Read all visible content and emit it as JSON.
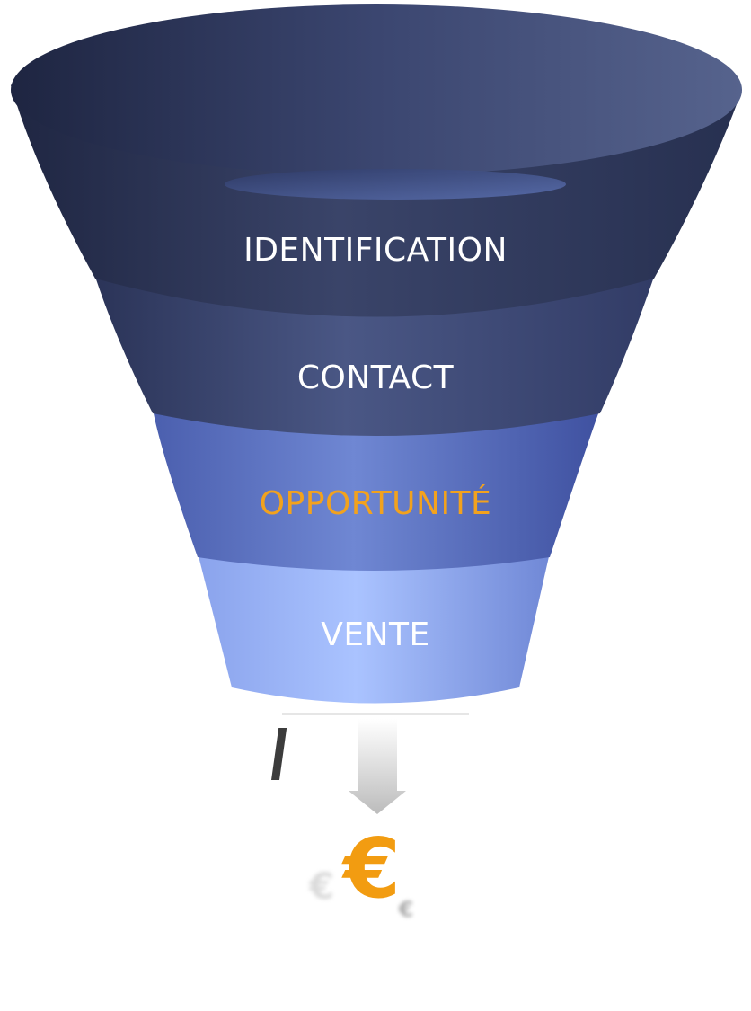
{
  "stages": [
    {
      "label": "IDENTIFICATION",
      "text_color": "#ffffff",
      "fill_top": "#3a4469",
      "fill_bottom": "#2c3554"
    },
    {
      "label": "CONTACT",
      "text_color": "#ffffff",
      "fill_top": "#46537f",
      "fill_bottom": "#35406a"
    },
    {
      "label": "OPPORTUNITÉ",
      "text_color": "#f2a21e",
      "fill_top": "#6a84cf",
      "fill_bottom": "#4c62ad"
    },
    {
      "label": "VENTE",
      "text_color": "#ffffff",
      "fill_top": "#a8c0ff",
      "fill_bottom": "#7d96e0"
    }
  ],
  "output": {
    "symbol": "€",
    "symbol_color": "#f29c11"
  }
}
